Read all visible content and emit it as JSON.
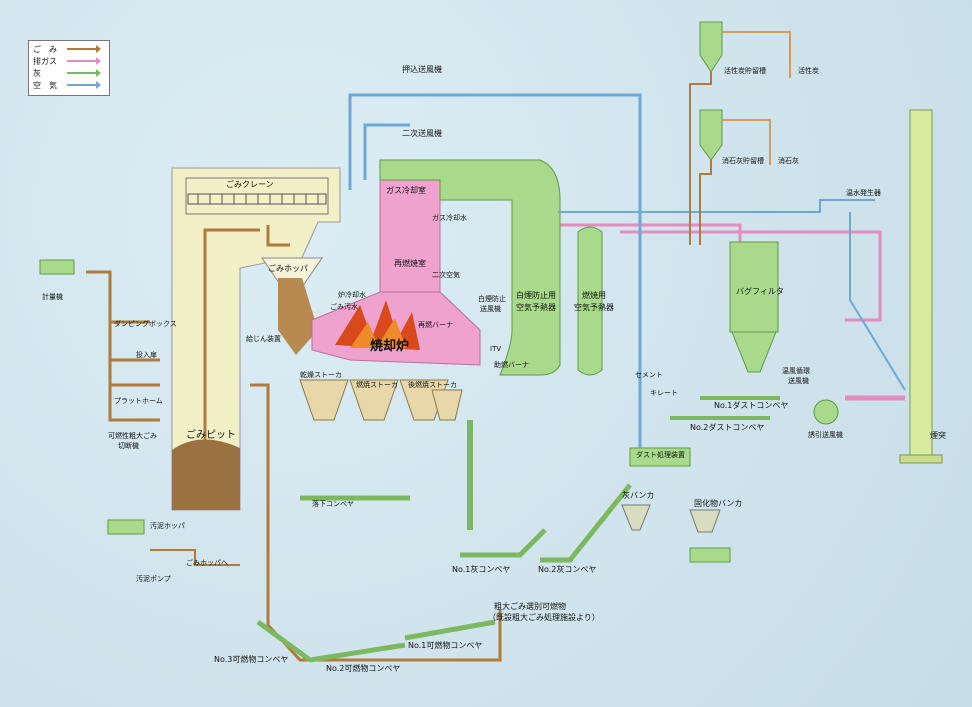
{
  "legend": {
    "items": [
      {
        "label": "ご　み",
        "color": "#b07a3c"
      },
      {
        "label": "排ガス",
        "color": "#e48cc0"
      },
      {
        "label": "灰",
        "color": "#7cb860"
      },
      {
        "label": "空　気",
        "color": "#6ea9d6"
      }
    ]
  },
  "labels": {
    "push_fan": "押込送風機",
    "secondary_fan": "二次送風機",
    "crane": "ごみクレーン",
    "gas_cooling_room": "ガス冷却室",
    "gas_cooling_water": "ガス冷却水",
    "reburn_room": "再燃焼室",
    "secondary_air": "二次空気",
    "burner_reburn": "再燃バーナ",
    "hopper": "ごみホッパ",
    "weigh": "計量機",
    "dumping_box": "ダンピングボックス",
    "input_door": "投入扉",
    "platform": "プラットホーム",
    "bulky_cutter_1": "可燃性粗大ごみ",
    "bulky_cutter_2": "切断機",
    "pit": "ごみピット",
    "scale_hopper": "汚泥ホッパ",
    "sludge_pump": "汚泥ポンプ",
    "to_hopper": "ごみホッパへ",
    "drip": "給じん装置",
    "drain_cool": "炉冷却水",
    "sludge_water": "ごみ汚水",
    "furnace": "焼却炉",
    "dry_stoker": "乾燥ストーカ",
    "burn_stoker": "燃焼ストーカ",
    "post_stoker": "後燃焼ストーカ",
    "itv": "ITV",
    "aux_burner": "助燃バーナ",
    "white_smoke_fan_1": "白煙防止",
    "white_smoke_fan_2": "送風機",
    "white_smoke_heater_1": "白煙防止用",
    "white_smoke_heater_2": "空気予熱器",
    "combustion_heater_1": "燃焼用",
    "combustion_heater_2": "空気予熱器",
    "drop_conveyor": "落下コンベヤ",
    "no1_ash_conv": "No.1灰コンベヤ",
    "no2_ash_conv": "No.2灰コンベヤ",
    "cement": "セメント",
    "chelate": "キレート",
    "dust_treatment": "ダスト処理装置",
    "ash_bunker": "灰バンカ",
    "solid_bunker": "固化物バンカ",
    "activated_carbon_silo": "活性炭貯留槽",
    "activated_carbon": "活性炭",
    "lime_silo": "消石灰貯留槽",
    "lime": "消石灰",
    "bag_filter": "バグフィルタ",
    "warm_air_unit": "温水発生器",
    "no1_dust_conv": "No.1ダストコンベヤ",
    "no2_dust_conv": "No.2ダストコンベヤ",
    "warm_fan_1": "温風循環",
    "warm_fan_2": "送風機",
    "induced_fan": "誘引送風機",
    "chimney": "煙突",
    "bulky_sort_1": "粗大ごみ選別可燃物",
    "bulky_sort_2": "（既設粗大ごみ処理施設より）",
    "no1_comb_conv": "No.1可燃物コンベヤ",
    "no2_comb_conv": "No.2可燃物コンベヤ",
    "no3_comb_conv": "No.3可燃物コンベヤ"
  },
  "colors": {
    "refuse": "#b07a3c",
    "gas": "#e48cc0",
    "ash": "#7cb860",
    "air": "#6ea9d6",
    "equipment_green": "#a9d98a",
    "building": "#f2f0c6"
  }
}
